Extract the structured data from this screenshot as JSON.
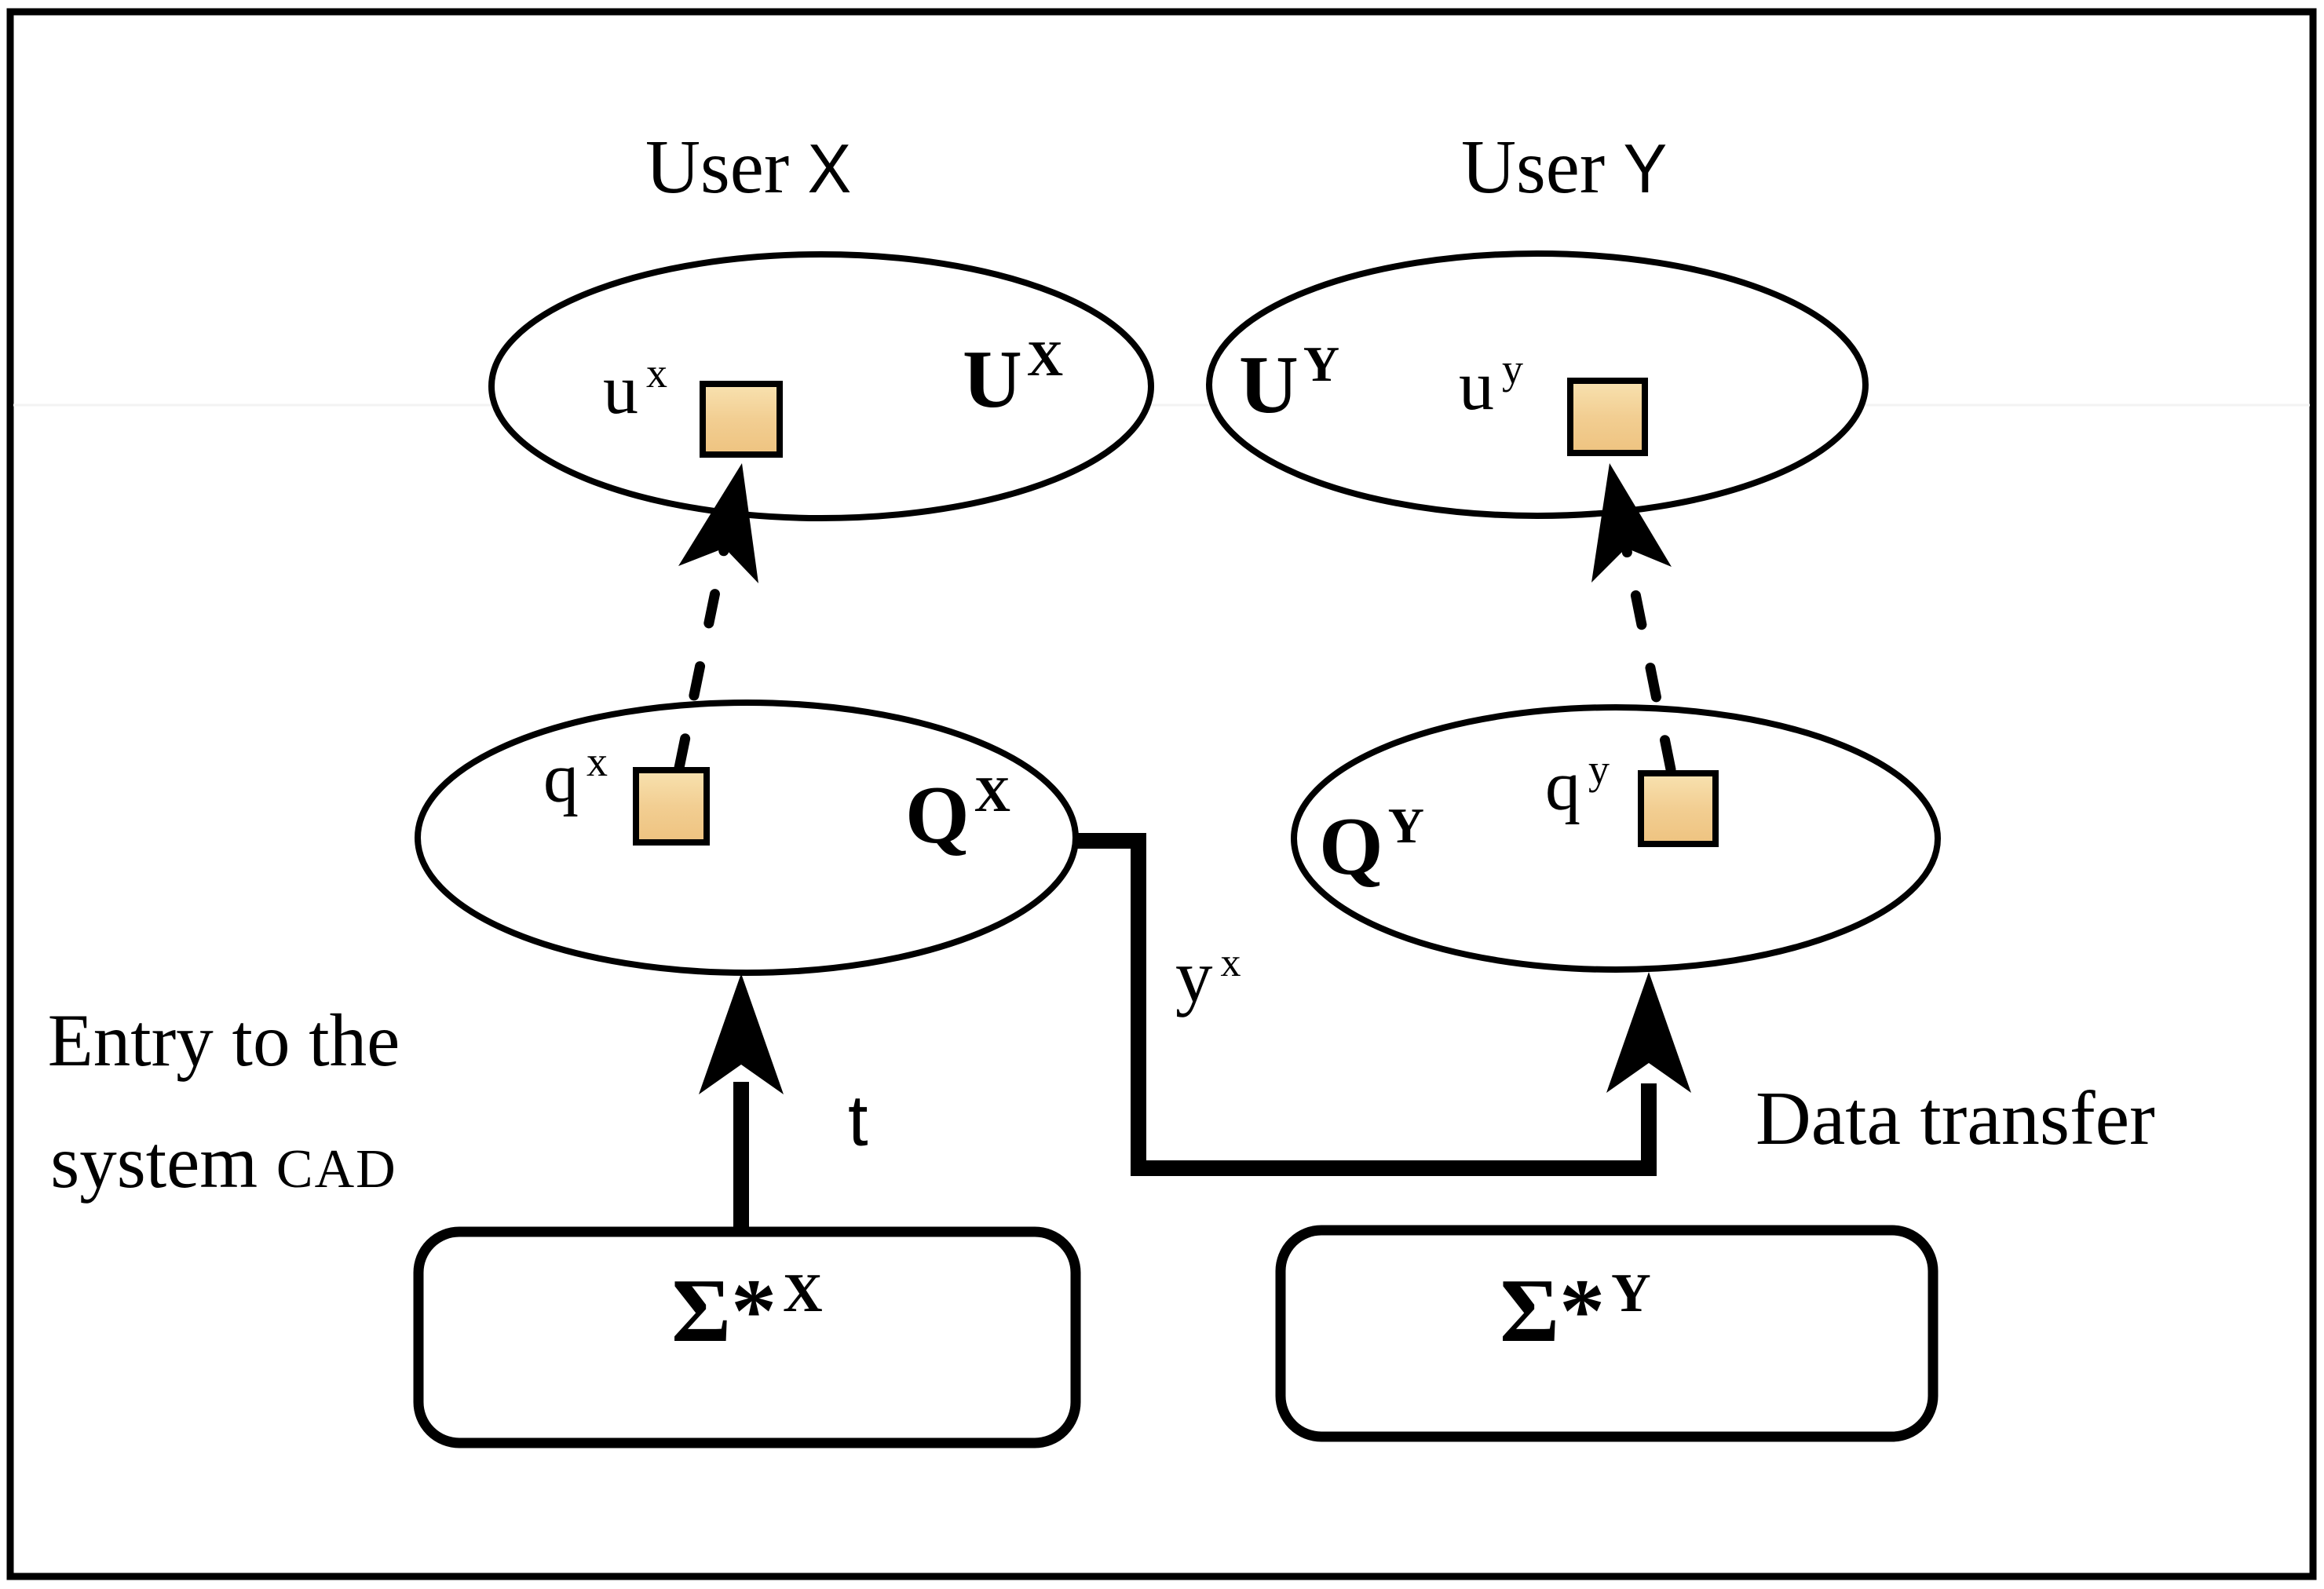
{
  "diagram": {
    "background": "#ffffff",
    "stroke_color": "#000000",
    "artifact_line_color": "#f3f3f3"
  },
  "titles": {
    "x": {
      "word": "User",
      "letter": "X"
    },
    "y": {
      "word": "User",
      "letter": "Y"
    }
  },
  "sets": {
    "ux": {
      "main": "U",
      "sup": "X"
    },
    "uy": {
      "main": "U",
      "sup": "Y"
    },
    "qx": {
      "main": "Q",
      "sup": "X"
    },
    "qy": {
      "main": "Q",
      "sup": "Y"
    }
  },
  "items": {
    "ux": {
      "main": "u",
      "sup": "x"
    },
    "uy": {
      "main": "u",
      "sup": "y"
    },
    "qx": {
      "main": "q",
      "sup": "x"
    },
    "qy": {
      "main": "q",
      "sup": "y"
    }
  },
  "boxes": {
    "x": {
      "main": "Σ*",
      "sup": "X"
    },
    "y": {
      "main": "Σ*",
      "sup": "Y"
    }
  },
  "labels": {
    "entry_line1": "Entry to the",
    "entry_line2": "system",
    "entry_acronym": "CAD",
    "t": "t",
    "transfer_output_main": "y",
    "transfer_output_sup": "x",
    "data_transfer": "Data transfer"
  },
  "colors": {
    "square_fill_top": "#F8E2B0",
    "square_fill_mid": "#F2CE92",
    "square_fill_bottom": "#EEC380",
    "square_border": "#000000"
  }
}
